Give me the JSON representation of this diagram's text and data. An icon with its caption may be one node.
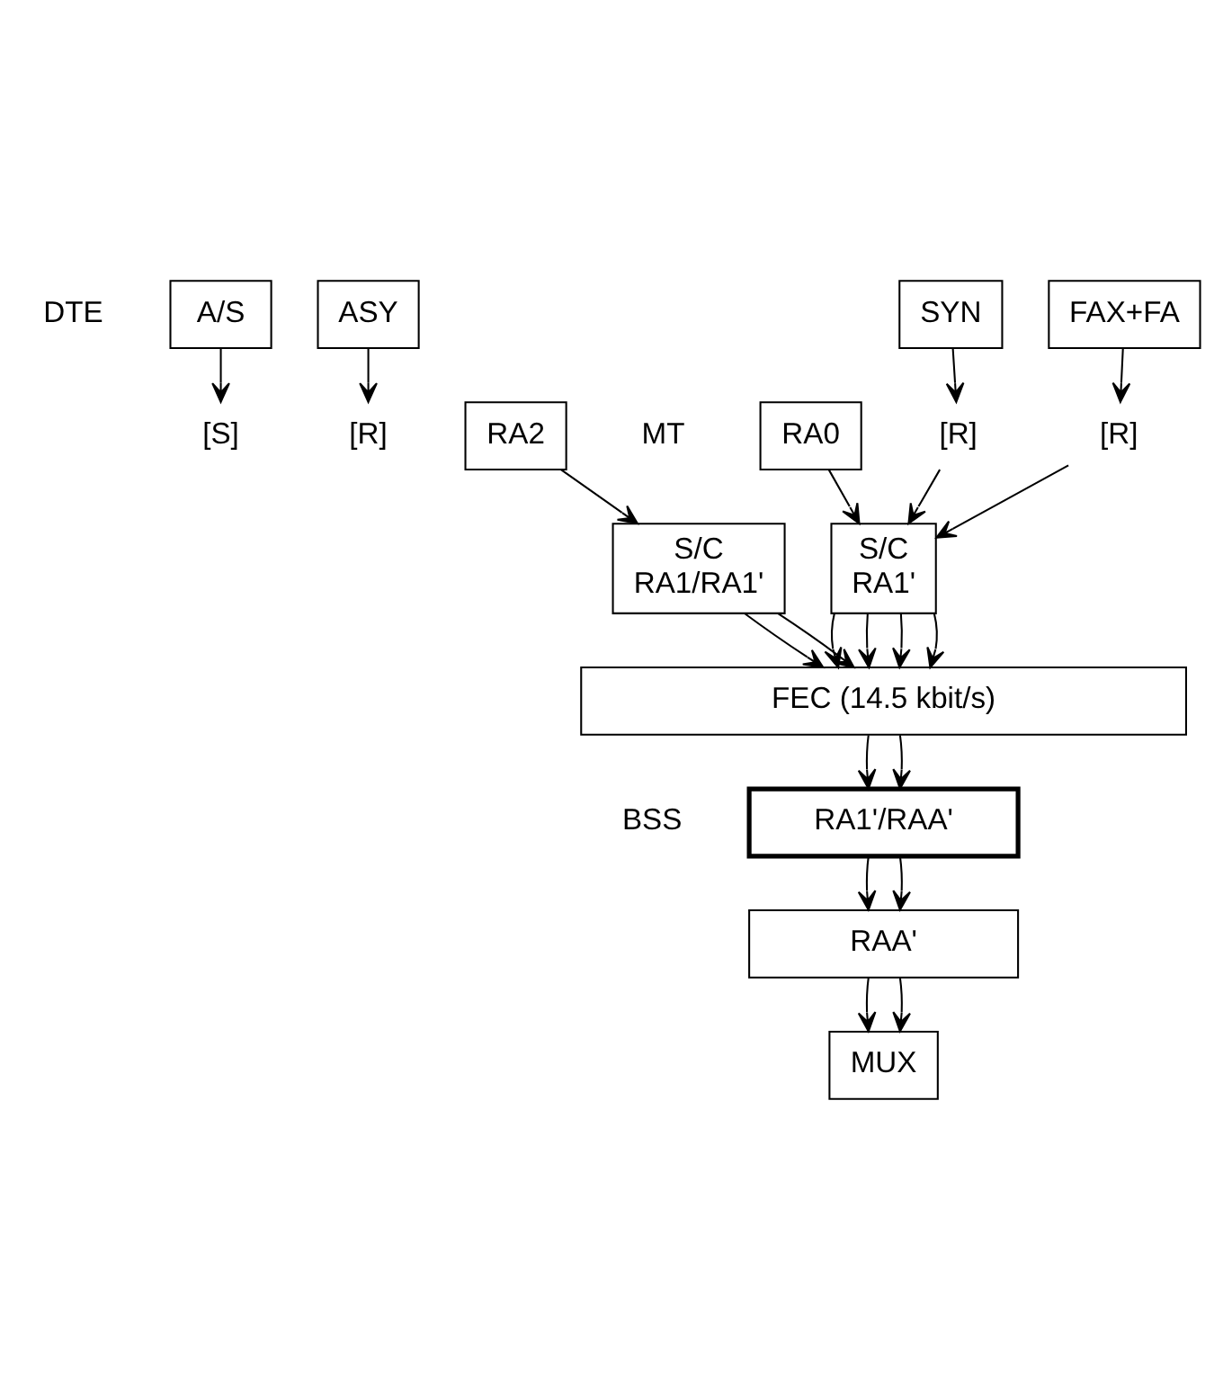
{
  "diagram": {
    "nodes": [
      {
        "text": [
          "A/S"
        ]
      },
      {
        "text": [
          "ASY"
        ]
      },
      {
        "text": [
          "SYN"
        ]
      },
      {
        "text": [
          "FAX+FA"
        ]
      },
      {
        "text": [
          "[S]"
        ]
      },
      {
        "text": [
          "[R]"
        ]
      },
      {
        "text": [
          "[R]"
        ]
      },
      {
        "text": [
          "[R]"
        ]
      },
      {
        "text": [
          "RA2"
        ]
      },
      {
        "text": [
          "RA0"
        ]
      },
      {
        "text": [
          "S/C",
          "RA1/RA1'"
        ]
      },
      {
        "text": [
          "S/C",
          "RA1'"
        ]
      },
      {
        "text": [
          "FEC (14.5 kbit/s)"
        ]
      },
      {
        "text": [
          "RA1'/RAA'"
        ]
      },
      {
        "text": [
          "RAA'"
        ]
      },
      {
        "text": [
          "MUX"
        ]
      }
    ],
    "edges": [
      {
        "from": 0,
        "to": 4,
        "arrow": "to"
      },
      {
        "from": 1,
        "to": 5,
        "arrow": "to"
      },
      {
        "from": 2,
        "to": 6,
        "arrow": "to"
      },
      {
        "from": 3,
        "to": 7,
        "arrow": "to"
      },
      {
        "from": 8,
        "to": 10,
        "arrow": "to"
      },
      {
        "from": 9,
        "to": 11,
        "arrow": "to"
      },
      {
        "from": 6,
        "to": 11,
        "arrow": "to"
      },
      {
        "from": 7,
        "to": 11,
        "arrow": "to"
      },
      {
        "from": 10,
        "to": 12,
        "arrow": "to"
      },
      {
        "from": 10,
        "to": 12,
        "arrow": "to"
      },
      {
        "from": 11,
        "to": 12,
        "arrow": "to"
      },
      {
        "from": 11,
        "to": 12,
        "arrow": "to"
      },
      {
        "from": 11,
        "to": 12,
        "arrow": "to"
      },
      {
        "from": 11,
        "to": 12,
        "arrow": "to"
      },
      {
        "from": 12,
        "to": 13,
        "arrow": "to"
      },
      {
        "from": 12,
        "to": 13,
        "arrow": "to"
      },
      {
        "from": 13,
        "to": 14,
        "arrow": "to"
      },
      {
        "from": 13,
        "to": 14,
        "arrow": "to"
      },
      {
        "from": 14,
        "to": 15,
        "arrow": "to"
      },
      {
        "from": 14,
        "to": 15,
        "arrow": "to"
      }
    ],
    "labels": [
      "DTE",
      "MT",
      "BSS"
    ]
  }
}
